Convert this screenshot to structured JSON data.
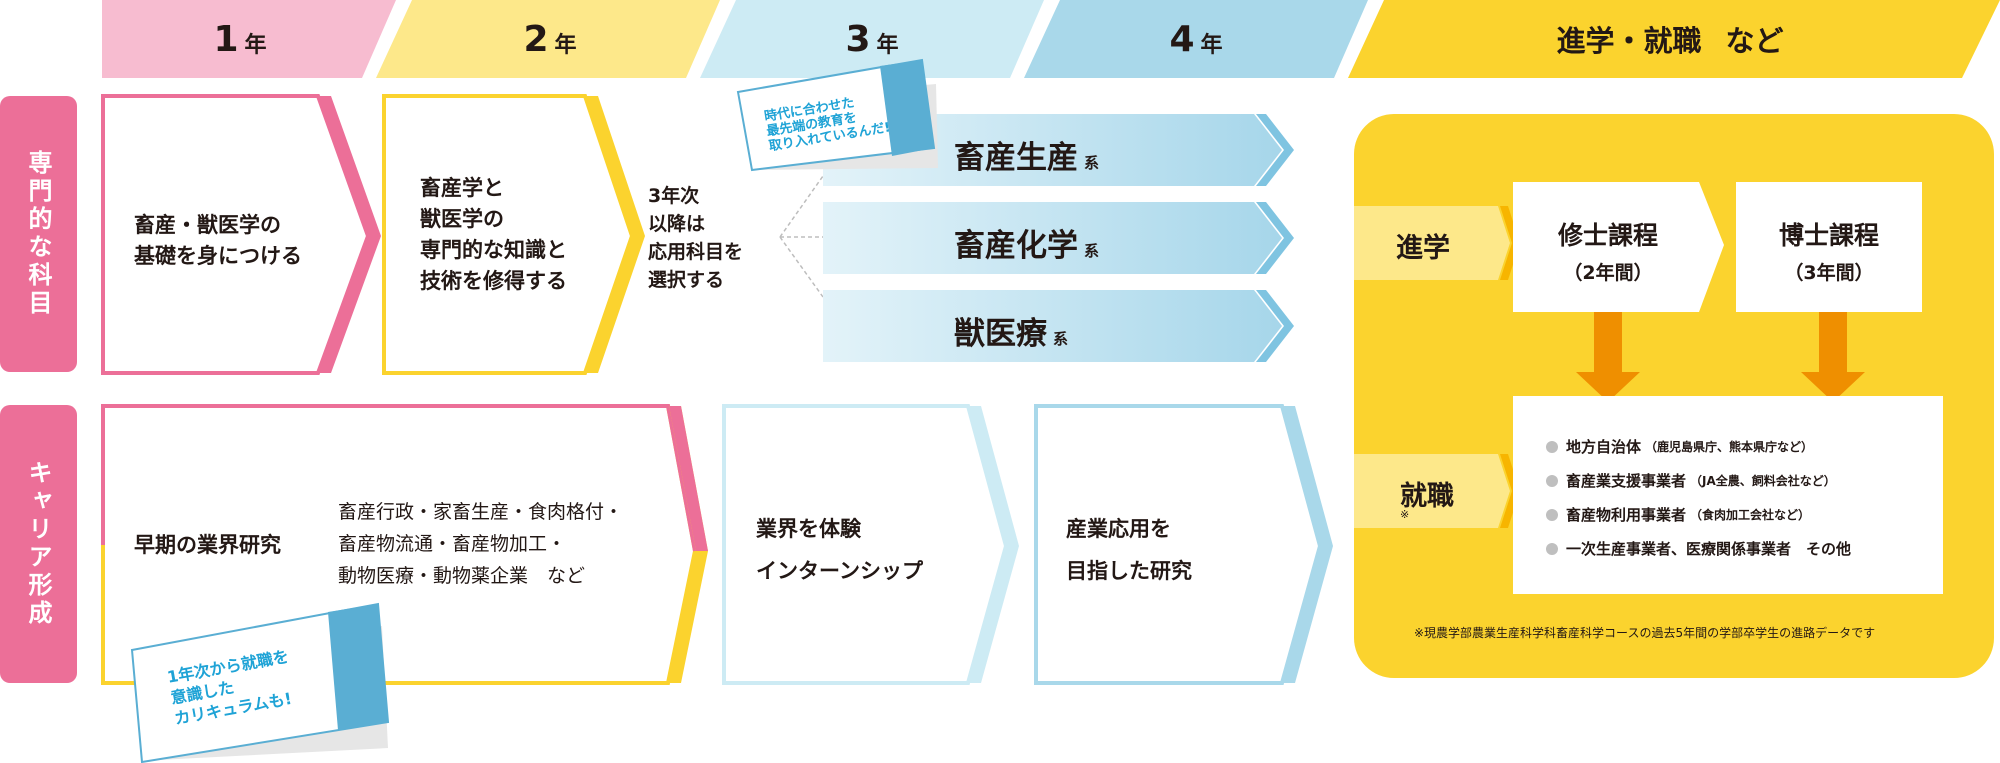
{
  "years": [
    {
      "num": "1",
      "unit": "年"
    },
    {
      "num": "2",
      "unit": "年"
    },
    {
      "num": "3",
      "unit": "年"
    },
    {
      "num": "4",
      "unit": "年"
    },
    {
      "num": "進学・就職",
      "unit": "など"
    }
  ],
  "rows": {
    "subjects": "専門的な科目",
    "career": "キャリア形成"
  },
  "subjects": {
    "year1": "畜産・獣医学の\n基礎を身につける",
    "year2": "畜産学と\n獣医学の\n専門的な知識と\n技術を修得する",
    "select": "3年次\n以降は\n応用科目を\n選択する",
    "tag": "時代に合わせた\n最先端の教育を\n取り入れているんだ!",
    "tracks": [
      {
        "name": "畜産生産",
        "suffix": "系"
      },
      {
        "name": "畜産化学",
        "suffix": "系"
      },
      {
        "name": "獣医療",
        "suffix": "系"
      }
    ]
  },
  "career": {
    "early_title": "早期の業界研究",
    "early_desc": "畜産行政・家畜生産・食肉格付・\n畜産物流通・畜産物加工・\n動物医療・動物薬企業　など",
    "tag": "1年次から就職を\n意識した\nカリキュラムも!",
    "year3": "業界を体験\nインターンシップ",
    "year4": "産業応用を\n目指した研究"
  },
  "future": {
    "advance_label": "進学",
    "job_label": "就職",
    "job_mark": "※",
    "courses": [
      {
        "name": "修士課程",
        "duration": "（2年間）"
      },
      {
        "name": "博士課程",
        "duration": "（3年間）"
      }
    ],
    "employers": [
      {
        "name": "地方自治体",
        "detail": "（鹿児島県庁、熊本県庁など）"
      },
      {
        "name": "畜産業支援事業者",
        "detail": "（JA全農、飼料会社など）"
      },
      {
        "name": "畜産物利用事業者",
        "detail": "（食肉加工会社など）"
      },
      {
        "name": "一次生産事業者、医療関係事業者　その他",
        "detail": ""
      }
    ],
    "footnote": "※現農学部農業生産科学科畜産科学コースの過去5年間の学部卒学生の進路データです"
  },
  "colors": {
    "pink": "#ec6f98",
    "pink_light": "#f7bcd0",
    "yellow": "#fbd32e",
    "yellow_light": "#fde88a",
    "blue_light": "#cdebf4",
    "blue": "#a9d8ea",
    "orange": "#ef8f00",
    "tag_blue": "#5aaed3"
  }
}
